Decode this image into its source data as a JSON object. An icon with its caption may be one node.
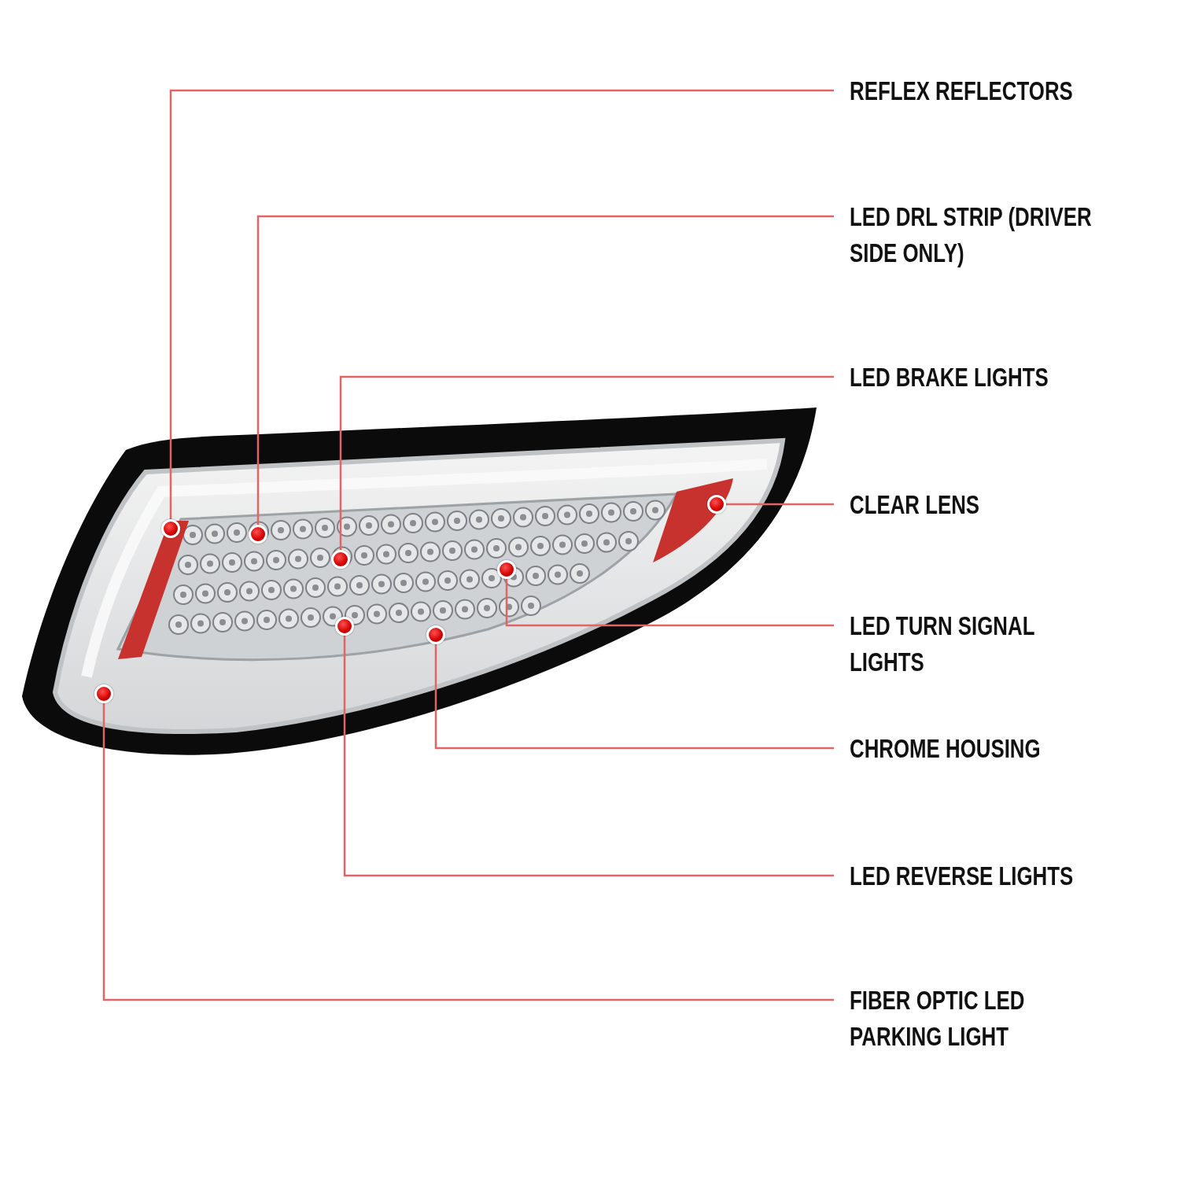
{
  "diagram": {
    "nodes": [
      {
        "text": [
          "REFLEX REFLECTORS"
        ]
      },
      {
        "text": [
          "LED DRL STRIP (DRIVER SIDE ONLY)"
        ]
      },
      {
        "text": [
          "LED BRAKE LIGHTS"
        ]
      },
      {
        "text": [
          "CLEAR LENS"
        ]
      },
      {
        "text": [
          "LED TURN SIGNAL LIGHTS"
        ]
      },
      {
        "text": [
          "CHROME HOUSING"
        ]
      },
      {
        "text": [
          "LED REVERSE LIGHTS"
        ]
      },
      {
        "text": [
          "FIBER OPTIC LED PARKING LIGHT"
        ]
      },
      {
        "text": [],
        "shape": "circle"
      },
      {
        "text": [],
        "shape": "circle"
      },
      {
        "text": [],
        "shape": "circle"
      },
      {
        "text": [],
        "shape": "circle"
      },
      {
        "text": [],
        "shape": "circle"
      },
      {
        "text": [],
        "shape": "circle"
      },
      {
        "text": [],
        "shape": "circle"
      },
      {
        "text": [],
        "shape": "circle"
      }
    ],
    "edges": [
      {
        "from": 0,
        "to": 9,
        "arrow": "none"
      },
      {
        "from": 1,
        "to": 10,
        "arrow": "none"
      },
      {
        "from": 2,
        "to": 11,
        "arrow": "none"
      },
      {
        "from": 3,
        "to": 15,
        "arrow": "none"
      },
      {
        "from": 4,
        "to": 14,
        "arrow": "none"
      },
      {
        "from": 5,
        "to": 13,
        "arrow": "none"
      },
      {
        "from": 6,
        "to": 12,
        "arrow": "none"
      },
      {
        "from": 7,
        "to": 8,
        "arrow": "none"
      }
    ]
  }
}
